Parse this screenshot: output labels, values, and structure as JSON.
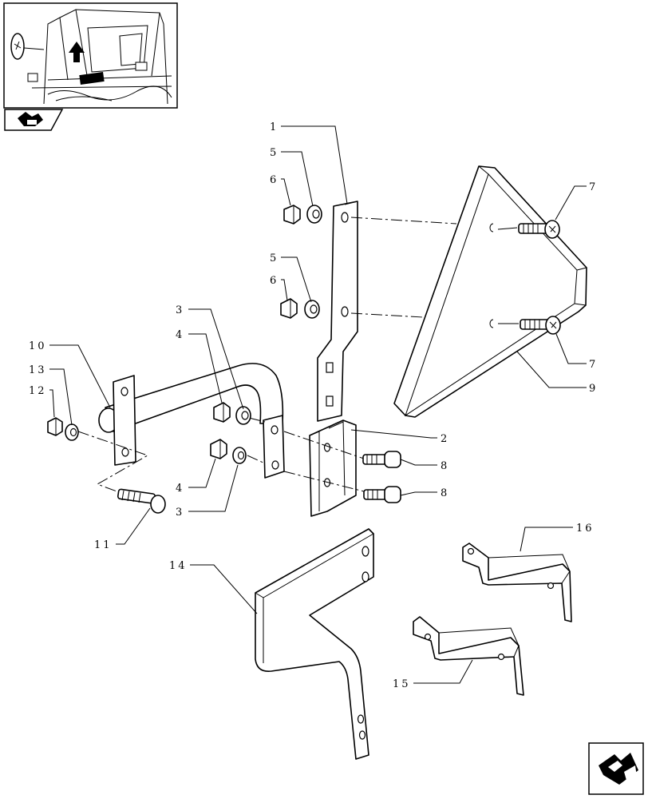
{
  "diagram": {
    "callouts": [
      {
        "id": "c1",
        "text": "1"
      },
      {
        "id": "c5a",
        "text": "5"
      },
      {
        "id": "c6a",
        "text": "6"
      },
      {
        "id": "c5b",
        "text": "5"
      },
      {
        "id": "c6b",
        "text": "6"
      },
      {
        "id": "c3a",
        "text": "3"
      },
      {
        "id": "c4a",
        "text": "4"
      },
      {
        "id": "c10",
        "text": "10"
      },
      {
        "id": "c13",
        "text": "13"
      },
      {
        "id": "c12",
        "text": "12"
      },
      {
        "id": "c7a",
        "text": "7"
      },
      {
        "id": "c7b",
        "text": "7"
      },
      {
        "id": "c9",
        "text": "9"
      },
      {
        "id": "c2",
        "text": "2"
      },
      {
        "id": "c8a",
        "text": "8"
      },
      {
        "id": "c8b",
        "text": "8"
      },
      {
        "id": "c4b",
        "text": "4"
      },
      {
        "id": "c3b",
        "text": "3"
      },
      {
        "id": "c11",
        "text": "11"
      },
      {
        "id": "c16",
        "text": "16"
      },
      {
        "id": "c14",
        "text": "14"
      },
      {
        "id": "c15",
        "text": "15"
      }
    ],
    "icons": {
      "thumbnail": "tractor-cab-thumbnail-icon",
      "back": "previous-page-arrow-icon",
      "next": "next-page-arrow-icon"
    }
  }
}
